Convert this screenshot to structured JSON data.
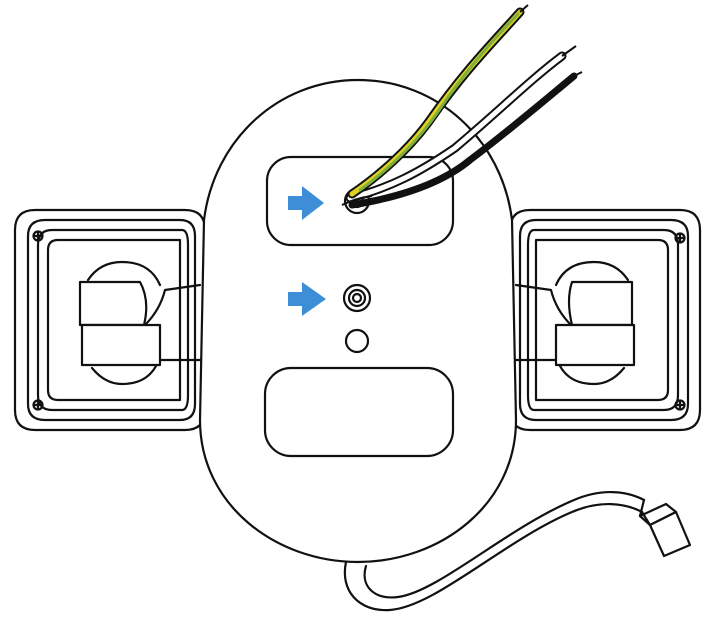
{
  "colors": {
    "arrow": "#3D8ED6",
    "wire_yellow": "#E0D225",
    "wire_green": "#7EAF3A",
    "wire_white": "#FFFFFF",
    "wire_black": "#111111",
    "outline": "#111111",
    "background": "#FFFFFF"
  },
  "components": {
    "mount_plate": "mounting-plate",
    "left_lamp": "left-lamp-head",
    "right_lamp": "right-lamp-head",
    "top_slot": "wire-entry-slot",
    "bottom_slot": "lower-slot",
    "cable_hole": "cable-entry-hole",
    "screw_hole": "center-screw-hole",
    "small_hole": "small-hole",
    "pigtail": "lower-cable-pigtail"
  },
  "icons": {
    "arrow_top": "right-arrow-icon",
    "arrow_middle": "right-arrow-icon"
  }
}
